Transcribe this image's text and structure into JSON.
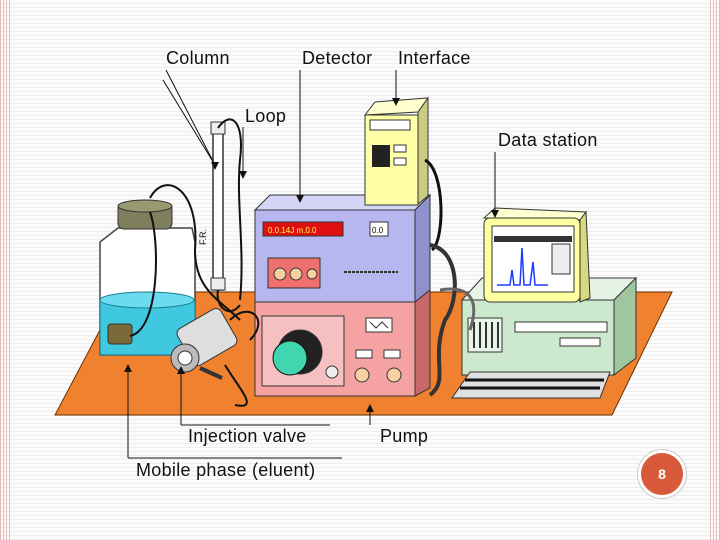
{
  "labels": {
    "column": "Column",
    "detector": "Detector",
    "interface": "Interface",
    "loop": "Loop",
    "data_station": "Data station",
    "injection_valve": "Injection valve",
    "pump": "Pump",
    "mobile_phase": "Mobile phase (eluent)"
  },
  "detector_display": "0.0.14J m.0.0",
  "detector_small_display": "0.0",
  "column_tag": "F.R.",
  "slide_number": "8",
  "colors": {
    "bench": "#f0822f",
    "detector_body": "#b7b7ef",
    "pump_body": "#f4a2a2",
    "interface_body": "#ffffa8",
    "computer_body": "#cde9cd",
    "monitor_body": "#ffffa0",
    "eluent": "#40c8e0",
    "page_badge": "#d85a3a"
  }
}
